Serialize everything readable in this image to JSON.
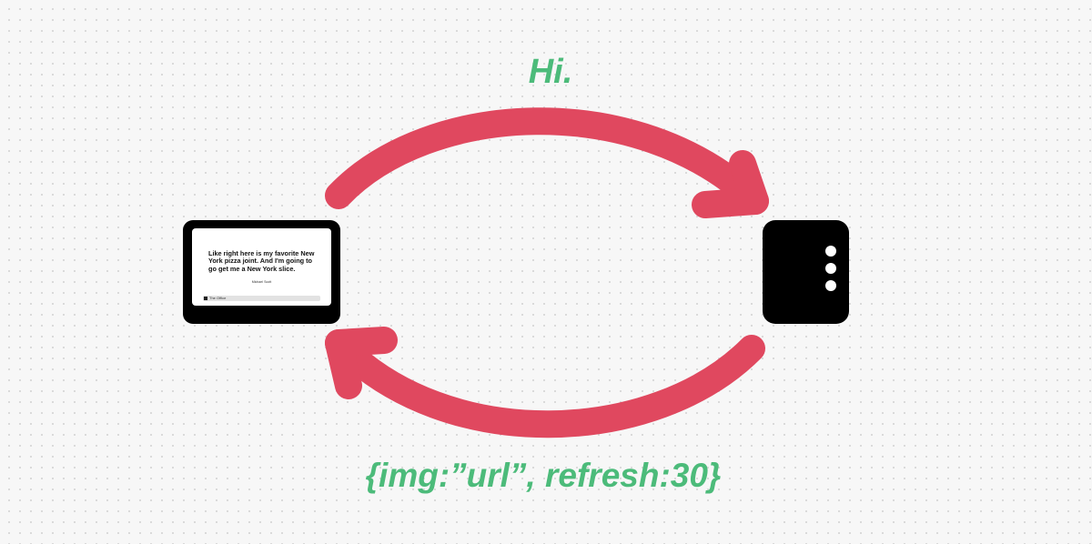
{
  "request_label": "Hi.",
  "response_label": "{img:”url”,  refresh:30}",
  "display": {
    "quote": "Like right here is my favorite New York pizza joint. And I'm going to go get me a New York slice.",
    "author": "Michael Scott",
    "status_bar_text": "The Office"
  },
  "colors": {
    "arrow": "#e0485f",
    "label": "#4cbb7a",
    "device": "#000000",
    "background": "#f7f7f7"
  },
  "icons": {
    "server": "server-icon",
    "display": "e-ink-display-icon"
  }
}
